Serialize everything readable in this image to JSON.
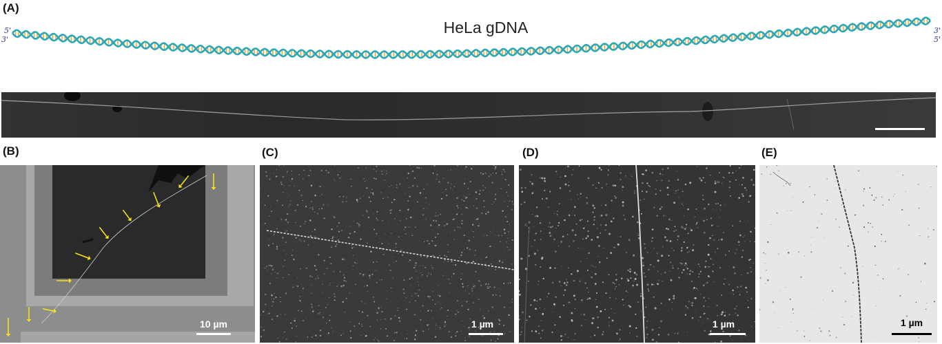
{
  "panel_labels": {
    "a": "(A)",
    "b": "(B)",
    "c": "(C)",
    "d": "(D)",
    "e": "(E)"
  },
  "panel_a": {
    "title": "HeLa gDNA",
    "left_top_end": "5'",
    "left_bottom_end": "3'",
    "right_top_end": "3'",
    "right_bottom_end": "5'"
  },
  "scale_bars": {
    "b": "10 µm",
    "c": "1 µm",
    "d": "1 µm",
    "e": "1 µm"
  },
  "colors": {
    "helix_strand": "#2aa7b8",
    "helix_rungs": "#f0a020",
    "end_labels": "#2b3b8f",
    "arrows": "#f6e11a",
    "scale_bar_dark_bg": "#ffffff",
    "scale_bar_light_bg": "#000000"
  }
}
